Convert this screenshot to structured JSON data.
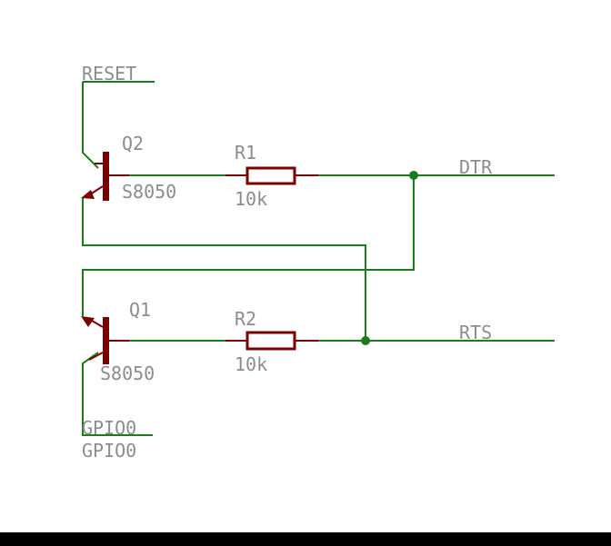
{
  "colors": {
    "wire": "#1e7a1e",
    "component": "#7a0000",
    "label": "#8c8c8c",
    "background": "#ffffff",
    "bottom_bar": "#000000"
  },
  "nets": {
    "reset": "RESET",
    "dtr": "DTR",
    "rts": "RTS",
    "gpio0_upper": "GPIO0",
    "gpio0_lower": "GPIO0"
  },
  "components": {
    "q2": {
      "name": "Q2",
      "value": "S8050"
    },
    "q1": {
      "name": "Q1",
      "value": "S8050"
    },
    "r1": {
      "name": "R1",
      "value": "10k"
    },
    "r2": {
      "name": "R2",
      "value": "10k"
    }
  }
}
